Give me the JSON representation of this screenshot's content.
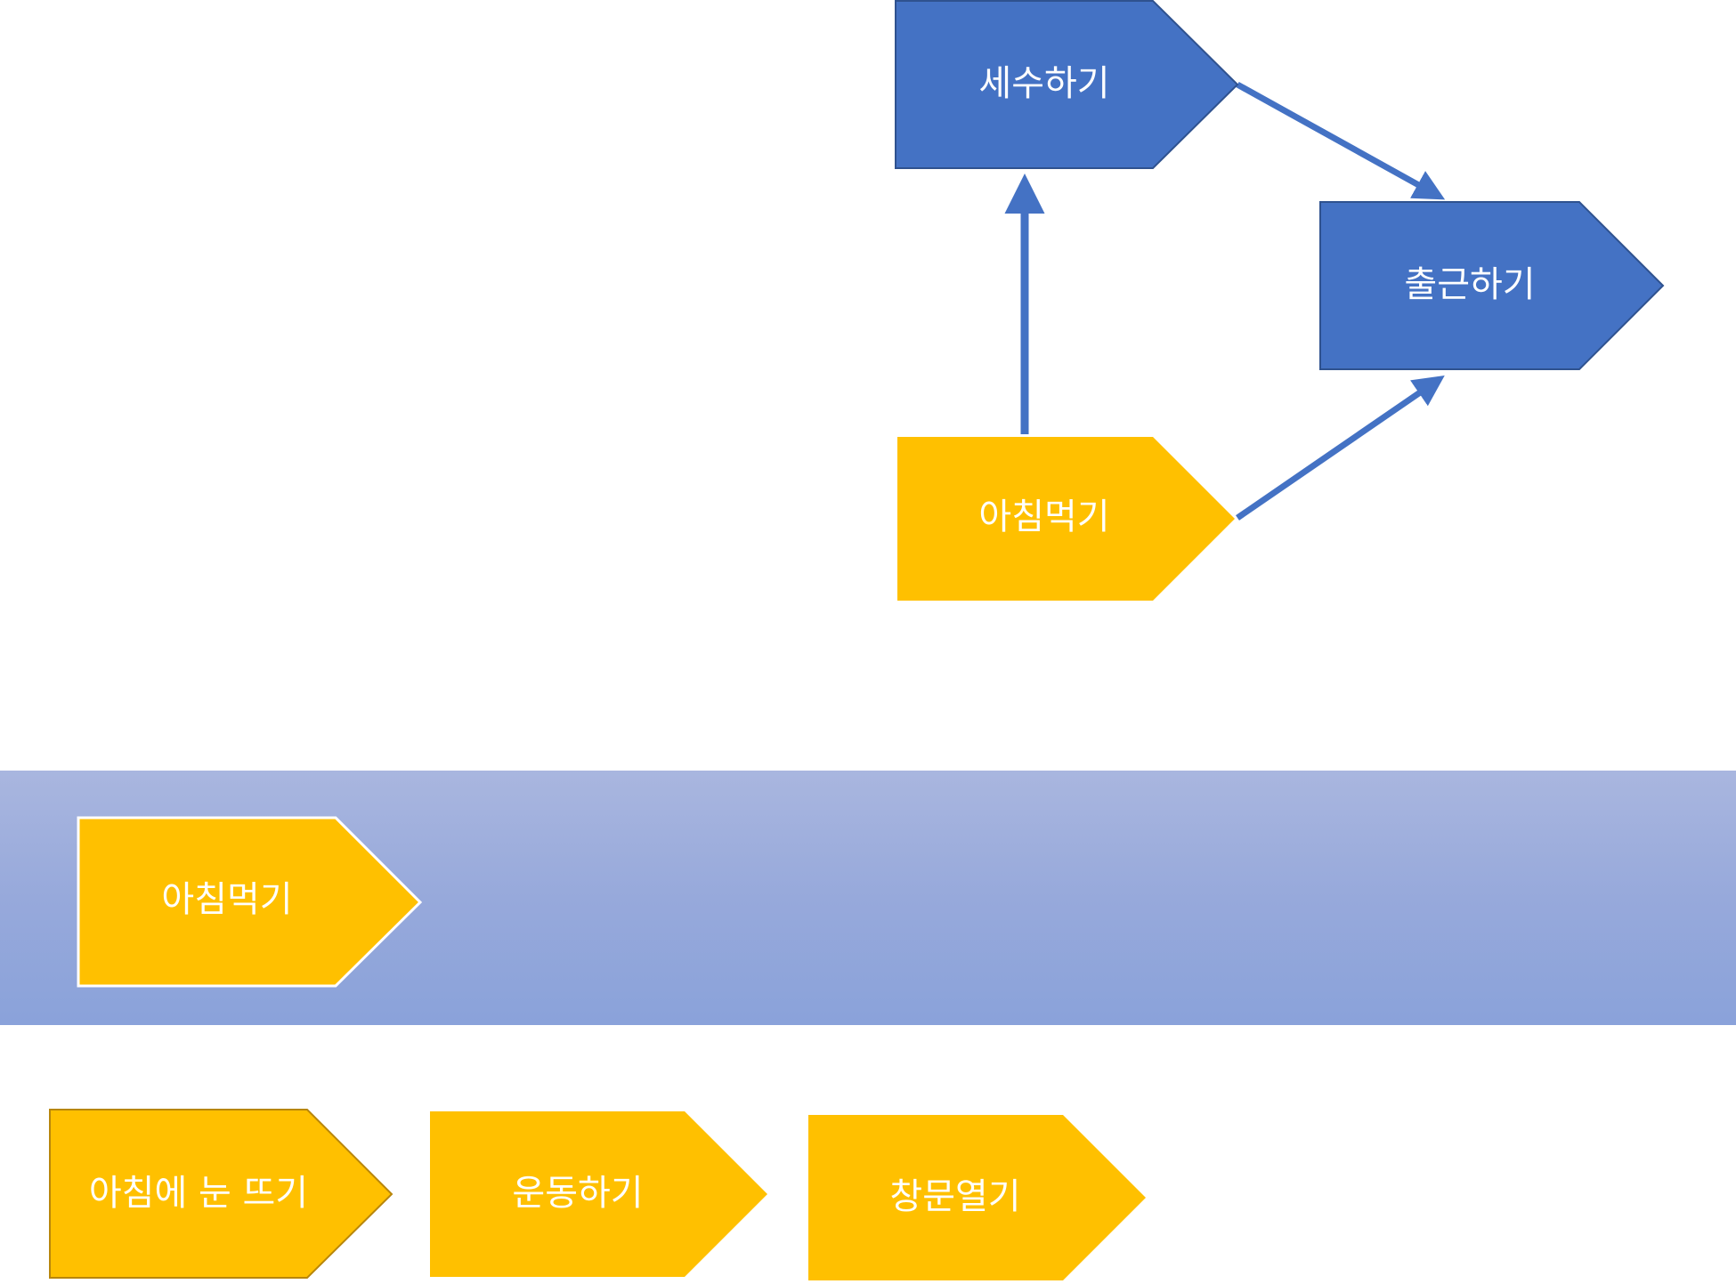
{
  "nodes": {
    "wash": {
      "label": "세수하기",
      "color": "#4472c4"
    },
    "commute": {
      "label": "출근하기",
      "color": "#4472c4"
    },
    "breakfast": {
      "label": "아침먹기",
      "color": "#ffc000"
    },
    "band_breakfast": {
      "label": "아침먹기",
      "color": "#ffc000"
    },
    "wake_up": {
      "label": "아침에 눈 뜨기",
      "color": "#ffc000"
    },
    "exercise": {
      "label": "운동하기",
      "color": "#ffc000"
    },
    "open_window": {
      "label": "창문열기",
      "color": "#ffc000"
    }
  },
  "edges": [
    {
      "from": "breakfast",
      "to": "wash"
    },
    {
      "from": "wash",
      "to": "commute"
    },
    {
      "from": "breakfast",
      "to": "commute"
    }
  ],
  "colors": {
    "edge": "#4472c4",
    "band_top": "#a9b6df",
    "band_bottom": "#8aa2da",
    "text": "#ffffff"
  }
}
